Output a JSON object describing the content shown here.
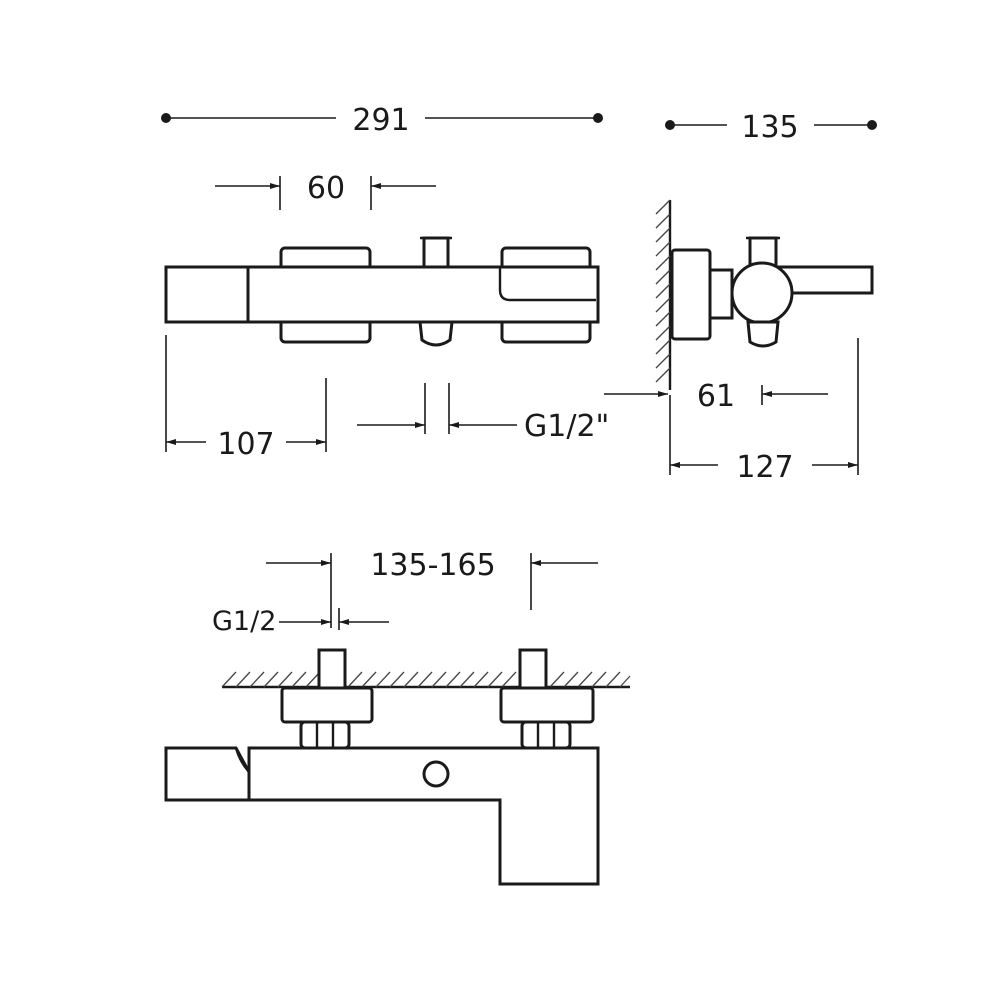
{
  "dimensions": {
    "overall_length": "291",
    "depth": "135",
    "handle_width": "60",
    "spout_length": "107",
    "inlet_thread_front": "G1/2\"",
    "wall_to_axis": "61",
    "wall_to_spout_tip": "127",
    "inlet_centres": "135-165",
    "inlet_thread_bottom": "G1/2"
  }
}
